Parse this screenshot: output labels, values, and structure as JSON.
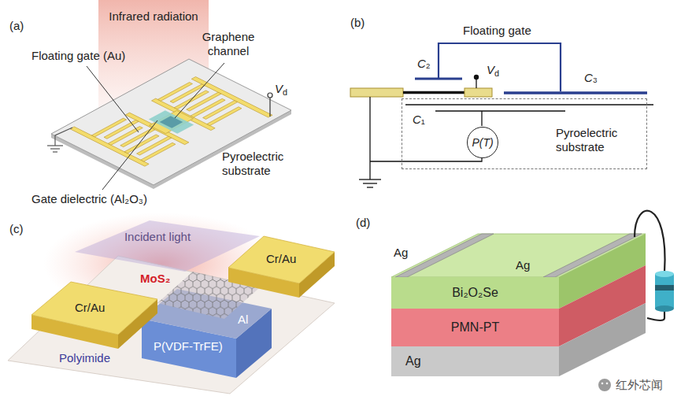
{
  "diagram": {
    "nodes": [
      {
        "text": [
          "Pyroelectric substrate"
        ]
      },
      {
        "text": [
          "P(T)"
        ],
        "in": 0
      },
      {
        "text": [
          "Bi₂O₂Se"
        ]
      },
      {
        "text": [
          "PMN-PT"
        ]
      },
      {
        "text": [
          "Ag"
        ]
      }
    ],
    "labels": [
      "(a)",
      "Infrared radiation",
      "Floating gate (Au)",
      "Graphene channel",
      "Vd",
      "Pyroelectric substrate",
      "Gate dielectric (Al₂O₃)",
      "(b)",
      "Floating gate",
      "C₂",
      "Vd",
      "C₃",
      "C₁",
      "(c)",
      "Incident light",
      "MoS₂",
      "Cr/Au",
      "Cr/Au",
      "Al",
      "P(VDF-TrFE)",
      "Polyimide",
      "(d)",
      "Ag",
      "Ag",
      "红外芯闻"
    ]
  }
}
